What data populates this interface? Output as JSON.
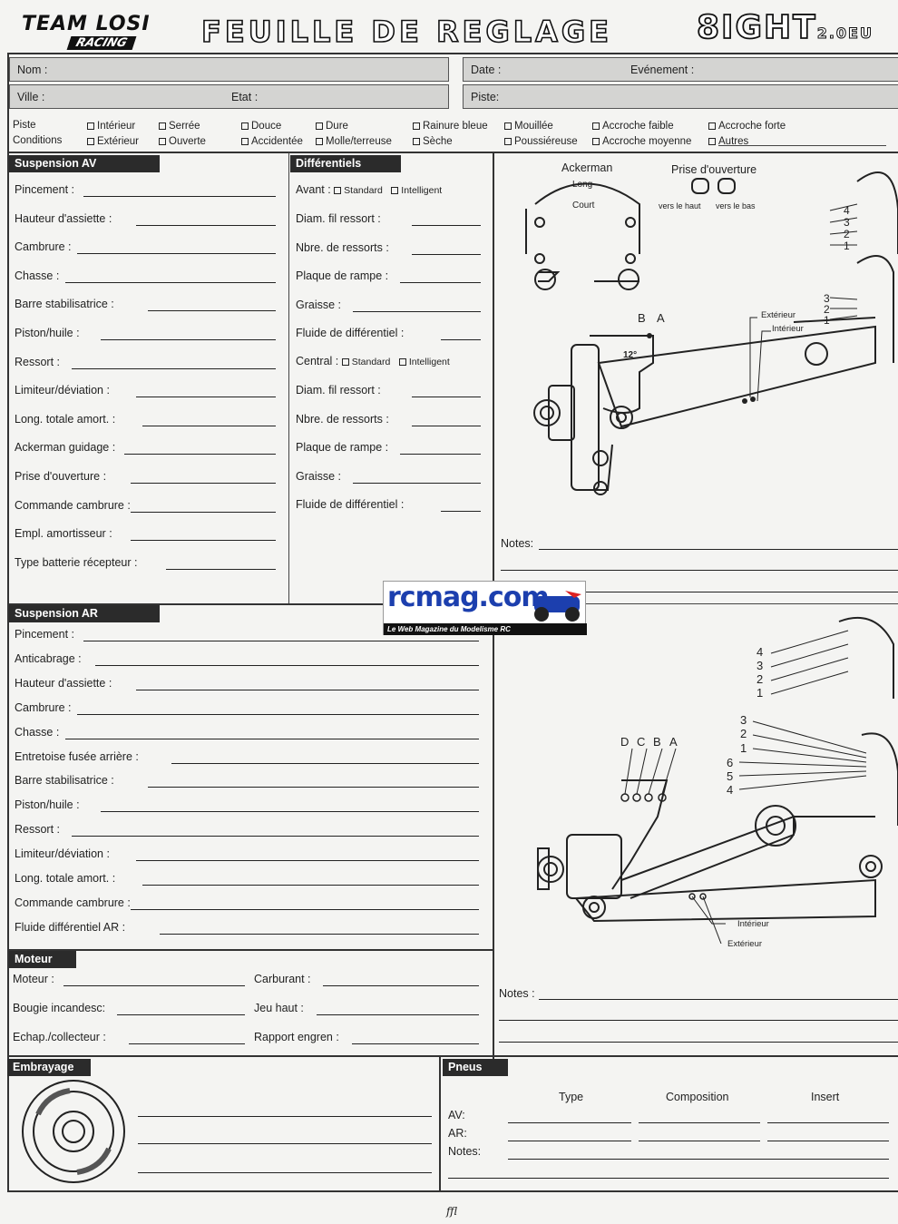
{
  "header": {
    "brand_top": "TEAM LOSI",
    "brand_bottom": "RACING",
    "title": "FEUILLE DE REGLAGE",
    "model": "8IGHT",
    "model_version": "2.0EU"
  },
  "info": {
    "nom": "Nom :",
    "ville": "Ville :",
    "etat": "Etat :",
    "date": "Date :",
    "evenement": "Evénement :",
    "piste": "Piste:"
  },
  "conditions": {
    "label_piste": "Piste",
    "label_conditions": "Conditions",
    "options_row1": [
      "Intérieur",
      "Serrée",
      "Douce",
      "Dure",
      "Rainure bleue",
      "Mouillée",
      "Accroche faible",
      "Accroche forte"
    ],
    "options_row2": [
      "Extérieur",
      "Ouverte",
      "Accidentée",
      "Molle/terreuse",
      "Sèche",
      "Poussiéreuse",
      "Accroche moyenne",
      "Autres"
    ]
  },
  "suspension_av": {
    "heading": "Suspension AV",
    "fields": [
      "Pincement :",
      "Hauteur d'assiette :",
      "Cambrure :",
      "Chasse :",
      "Barre stabilisatrice :",
      "Piston/huile :",
      "Ressort :",
      "Limiteur/déviation :",
      "Long. totale amort. :",
      "Ackerman guidage :",
      "Prise d'ouverture :",
      "Commande cambrure :",
      "Empl. amortisseur :",
      "Type batterie récepteur :"
    ]
  },
  "differentiels": {
    "heading": "Différentiels",
    "avant_label": "Avant :",
    "central_label": "Central :",
    "standard": "Standard",
    "intelligent": "Intelligent",
    "fields_avant": [
      "Diam. fil ressort :",
      "Nbre. de ressorts :",
      "Plaque de rampe :",
      "Graisse :",
      "Fluide de différentiel :"
    ],
    "fields_central": [
      "Diam. fil ressort :",
      "Nbre. de ressorts :",
      "Plaque de rampe :",
      "Graisse :",
      "Fluide de différentiel :"
    ]
  },
  "diagram_front": {
    "ackerman": "Ackerman",
    "long": "Long",
    "court": "Court",
    "prise": "Prise d'ouverture",
    "vers_haut": "vers le haut",
    "vers_bas": "vers le bas",
    "letters": [
      "B",
      "A"
    ],
    "angle": "12°",
    "numbers_top": [
      "4",
      "3",
      "2",
      "1"
    ],
    "numbers_mid": [
      "3",
      "2",
      "1"
    ],
    "exterieur": "Extérieur",
    "interieur": "Intérieur",
    "notes": "Notes:"
  },
  "suspension_ar": {
    "heading": "Suspension AR",
    "fields": [
      "Pincement :",
      "Anticabrage :",
      "Hauteur d'assiette :",
      "Cambrure :",
      "Chasse :",
      "Entretoise fusée arrière :",
      "Barre stabilisatrice :",
      "Piston/huile :",
      "Ressort :",
      "Limiteur/déviation :",
      "Long. totale amort. :",
      "Commande cambrure :",
      "Fluide différentiel AR :"
    ]
  },
  "diagram_rear": {
    "letters": [
      "D",
      "C",
      "B",
      "A"
    ],
    "numbers_top": [
      "4",
      "3",
      "2",
      "1"
    ],
    "numbers_mid": [
      "3",
      "2",
      "1",
      "6",
      "5",
      "4"
    ],
    "interieur": "Intérieur",
    "exterieur": "Extérieur",
    "notes": "Notes :"
  },
  "moteur": {
    "heading": "Moteur",
    "left": [
      "Moteur :",
      "Bougie incandesc:",
      "Echap./collecteur :"
    ],
    "right": [
      "Carburant :",
      "Jeu haut :",
      "Rapport engren :"
    ]
  },
  "embrayage": {
    "heading": "Embrayage"
  },
  "pneus": {
    "heading": "Pneus",
    "columns": [
      "Type",
      "Composition",
      "Insert"
    ],
    "rows": [
      "AV:",
      "AR:",
      "Notes:"
    ]
  },
  "watermark": {
    "name": "rcmag.com",
    "tagline": "Le Web Magazine du Modelisme RC"
  },
  "footer": {
    "page": "ffl"
  }
}
